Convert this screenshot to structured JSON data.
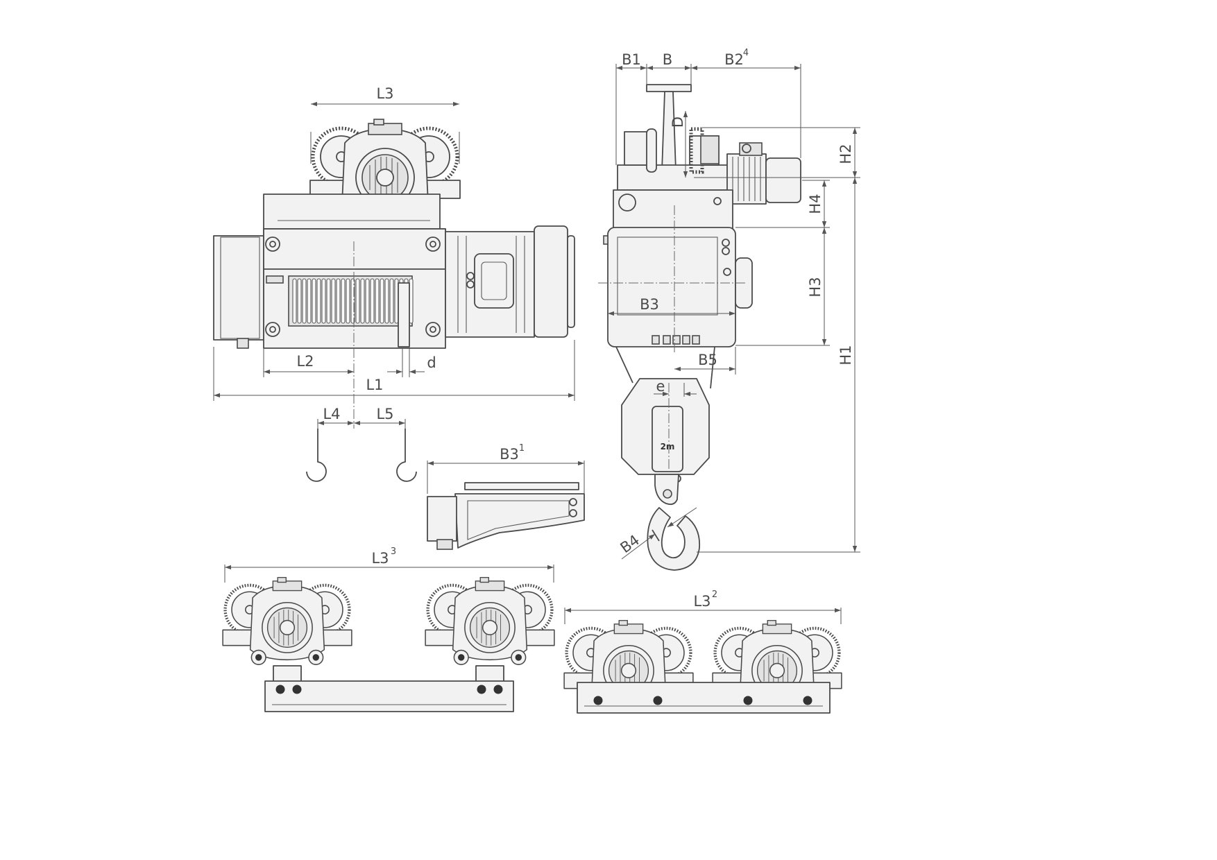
{
  "labels": {
    "L1": "L1",
    "L2": "L2",
    "L3": "L3",
    "L4": "L4",
    "L5": "L5",
    "d": "d",
    "B": "B",
    "B1": "B1",
    "B2": "B2",
    "B3": "B3",
    "B4": "B4",
    "B5": "B5",
    "D": "D",
    "e": "e",
    "H1": "H1",
    "H2": "H2",
    "H3": "H3",
    "H4": "H4",
    "B3_alt": "B3",
    "L3_alt2": "L3",
    "L3_alt3": "L3",
    "plate": "2m"
  },
  "superscripts": {
    "B2": "4",
    "B3_alt": "1",
    "L3_alt2": "2",
    "L3_alt3": "3"
  }
}
